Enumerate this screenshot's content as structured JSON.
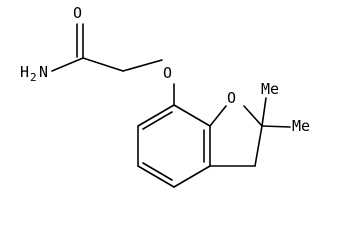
{
  "diagram": {
    "type": "chemical-structure",
    "atoms": {
      "carbonyl_oxygen": "O",
      "amide_nh2_N": "N",
      "amide_nh2_H": "H",
      "amide_nh2_subscript": "2",
      "ether_oxygen": "O",
      "ring_oxygen": "O",
      "methyl_1": "Me",
      "methyl_2": "Me"
    },
    "colors": {
      "bond": "#000000",
      "background": "#ffffff"
    }
  }
}
